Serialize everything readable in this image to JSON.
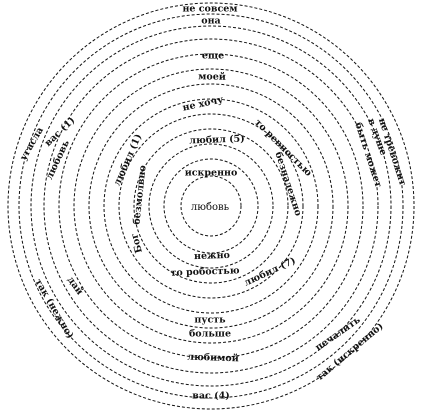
{
  "center": {
    "text": "любовь"
  },
  "words": [
    {
      "id": "ne-sovsem",
      "text": "не совсем"
    },
    {
      "id": "ona",
      "text": "она"
    },
    {
      "id": "eshche",
      "text": "еще"
    },
    {
      "id": "moey",
      "text": "моей"
    },
    {
      "id": "ne-khochu",
      "text": "не хочу"
    },
    {
      "id": "lyubil-5",
      "text": "любил (5)"
    },
    {
      "id": "iskrenno",
      "text": "искренно"
    },
    {
      "id": "to-revnostyu",
      "text": "то ревностью"
    },
    {
      "id": "beznadezhno",
      "text": "безнадежно"
    },
    {
      "id": "lyubil-1",
      "text": "любил (1)"
    },
    {
      "id": "bezmolvno",
      "text": "безмолвно"
    },
    {
      "id": "vas-1",
      "text": "вас (1)"
    },
    {
      "id": "ugasla",
      "text": "угасла"
    },
    {
      "id": "lyubov",
      "text": "любовь"
    },
    {
      "id": "v-dushe",
      "text": "в душе"
    },
    {
      "id": "byt-mozhet",
      "text": "быть может"
    },
    {
      "id": "ne-trevozhit",
      "text": "не тревожит"
    },
    {
      "id": "bog",
      "text": "Бог"
    },
    {
      "id": "nezhno",
      "text": "нежно"
    },
    {
      "id": "to-robostyu",
      "text": "то робостью"
    },
    {
      "id": "lyubil-7",
      "text": "любил (7)"
    },
    {
      "id": "dai",
      "text": "дай"
    },
    {
      "id": "tak-nezhno",
      "text": "так (нежно)"
    },
    {
      "id": "pust",
      "text": "пусть"
    },
    {
      "id": "bolshe",
      "text": "больше"
    },
    {
      "id": "pechalit",
      "text": "печалить"
    },
    {
      "id": "tak-iskrenno",
      "text": "так (искренно)"
    },
    {
      "id": "lyubimoy",
      "text": "любимой"
    },
    {
      "id": "vas-4",
      "text": "вас (4)"
    }
  ]
}
